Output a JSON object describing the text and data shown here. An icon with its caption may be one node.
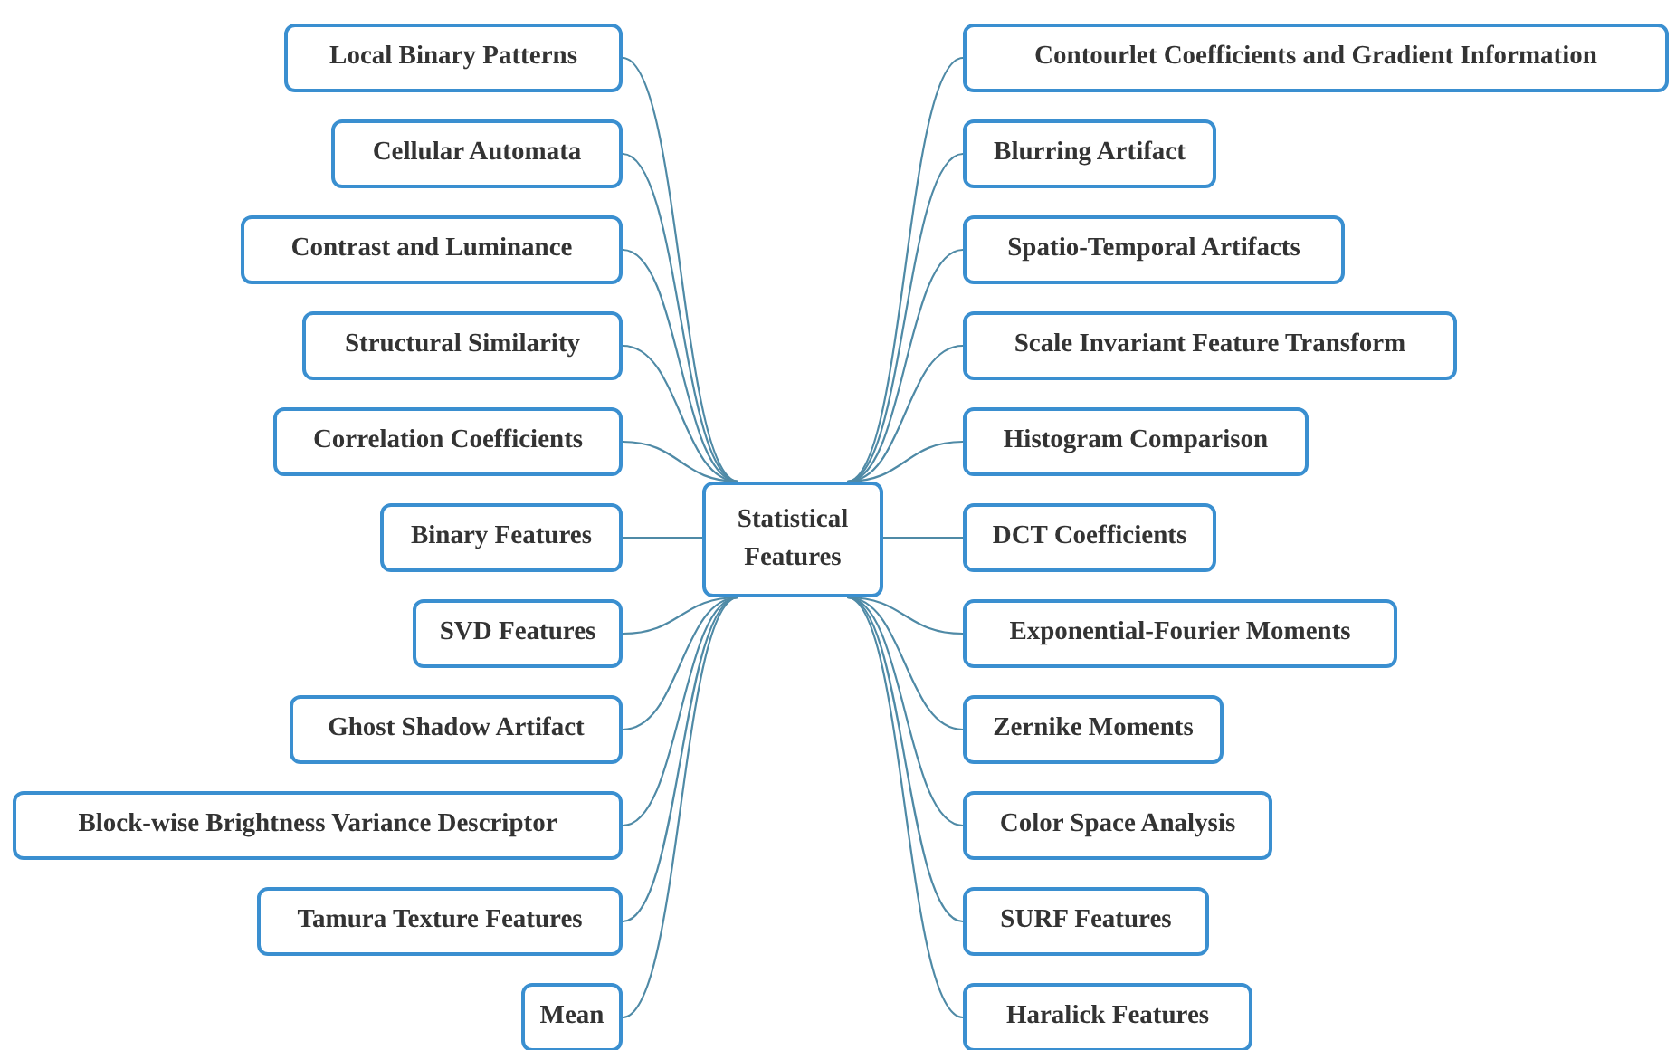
{
  "diagram": {
    "nodes": [
      {
        "text": [
          "Statistical Features"
        ]
      },
      {
        "text": [
          "Local Binary Patterns"
        ]
      },
      {
        "text": [
          "Cellular Automata"
        ]
      },
      {
        "text": [
          "Contrast and Luminance"
        ]
      },
      {
        "text": [
          "Structural Similarity"
        ]
      },
      {
        "text": [
          "Correlation Coefficients"
        ]
      },
      {
        "text": [
          "Binary Features"
        ]
      },
      {
        "text": [
          "SVD Features"
        ]
      },
      {
        "text": [
          "Ghost Shadow Artifact"
        ]
      },
      {
        "text": [
          "Block-wise Brightness Variance Descriptor"
        ]
      },
      {
        "text": [
          "Tamura Texture Features"
        ]
      },
      {
        "text": [
          "Mean"
        ]
      },
      {
        "text": [
          "Contourlet Coefficients and Gradient Information"
        ]
      },
      {
        "text": [
          "Blurring Artifact"
        ]
      },
      {
        "text": [
          "Spatio-Temporal Artifacts"
        ]
      },
      {
        "text": [
          "Scale Invariant Feature Transform"
        ]
      },
      {
        "text": [
          "Histogram Comparison"
        ]
      },
      {
        "text": [
          "DCT Coefficients"
        ]
      },
      {
        "text": [
          "Exponential-Fourier Moments"
        ]
      },
      {
        "text": [
          "Zernike Moments"
        ]
      },
      {
        "text": [
          "Color Space Analysis"
        ]
      },
      {
        "text": [
          "SURF Features"
        ]
      },
      {
        "text": [
          "Haralick Features"
        ]
      }
    ],
    "edges": [
      {
        "from": 0,
        "to": 1,
        "arrow": "none"
      },
      {
        "from": 0,
        "to": 2,
        "arrow": "none"
      },
      {
        "from": 0,
        "to": 3,
        "arrow": "none"
      },
      {
        "from": 0,
        "to": 4,
        "arrow": "none"
      },
      {
        "from": 0,
        "to": 5,
        "arrow": "none"
      },
      {
        "from": 0,
        "to": 6,
        "arrow": "none"
      },
      {
        "from": 0,
        "to": 7,
        "arrow": "none"
      },
      {
        "from": 0,
        "to": 8,
        "arrow": "none"
      },
      {
        "from": 0,
        "to": 9,
        "arrow": "none"
      },
      {
        "from": 0,
        "to": 10,
        "arrow": "none"
      },
      {
        "from": 0,
        "to": 11,
        "arrow": "none"
      },
      {
        "from": 0,
        "to": 12,
        "arrow": "none"
      },
      {
        "from": 0,
        "to": 13,
        "arrow": "none"
      },
      {
        "from": 0,
        "to": 14,
        "arrow": "none"
      },
      {
        "from": 0,
        "to": 15,
        "arrow": "none"
      },
      {
        "from": 0,
        "to": 16,
        "arrow": "none"
      },
      {
        "from": 0,
        "to": 17,
        "arrow": "none"
      },
      {
        "from": 0,
        "to": 18,
        "arrow": "none"
      },
      {
        "from": 0,
        "to": 19,
        "arrow": "none"
      },
      {
        "from": 0,
        "to": 20,
        "arrow": "none"
      },
      {
        "from": 0,
        "to": 21,
        "arrow": "none"
      },
      {
        "from": 0,
        "to": 22,
        "arrow": "none"
      }
    ]
  }
}
